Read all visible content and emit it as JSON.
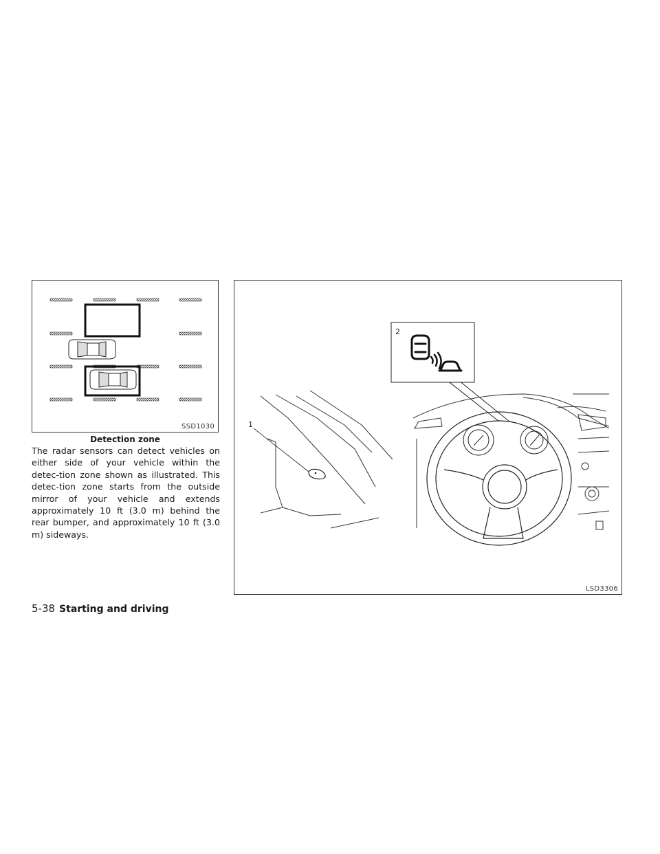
{
  "figures": {
    "detection_zone": {
      "code": "SSD1030",
      "caption": "Detection zone"
    },
    "cockpit": {
      "code": "LSD3306",
      "callouts": [
        "1",
        "2"
      ]
    }
  },
  "body": {
    "paragraph": "The radar sensors can detect vehicles on either side of your vehicle within the detec-tion zone shown as illustrated. This detec-tion zone starts from the outside mirror of your vehicle and extends approximately 10 ft (3.0 m) behind the rear bumper, and approximately 10 ft (3.0 m) sideways."
  },
  "footer": {
    "page_number": "5-38",
    "section": "Starting and driving"
  }
}
